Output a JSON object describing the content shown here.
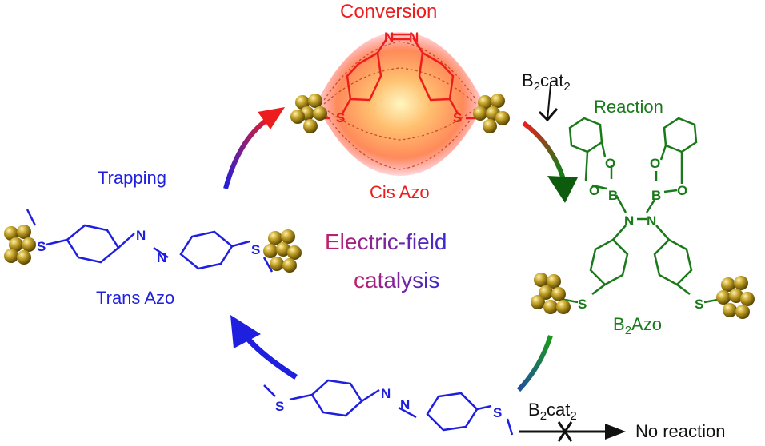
{
  "labels": {
    "conversion": "Conversion",
    "cis_azo": "Cis Azo",
    "trapping": "Trapping",
    "trans_azo": "Trans Azo",
    "reaction": "Reaction",
    "b2azo_prefix": "B",
    "b2azo_sub": "2",
    "b2azo_suffix": "Azo",
    "center_line1": "Electric-field",
    "center_line2": "catalysis",
    "no_reaction": "No reaction",
    "reagent_b": "B",
    "reagent_sub1": "2",
    "reagent_mid": "cat",
    "reagent_sub2": "2"
  },
  "atoms": {
    "sulfur": "S",
    "nitrogen": "N",
    "oxygen": "O",
    "boron": "B"
  },
  "colors": {
    "blue": "#1f1fe0",
    "red": "#ee1d1d",
    "green": "#1a7a1a",
    "dark_green": "#0d5c0d",
    "gold": "#b8961e",
    "black": "#111111"
  }
}
